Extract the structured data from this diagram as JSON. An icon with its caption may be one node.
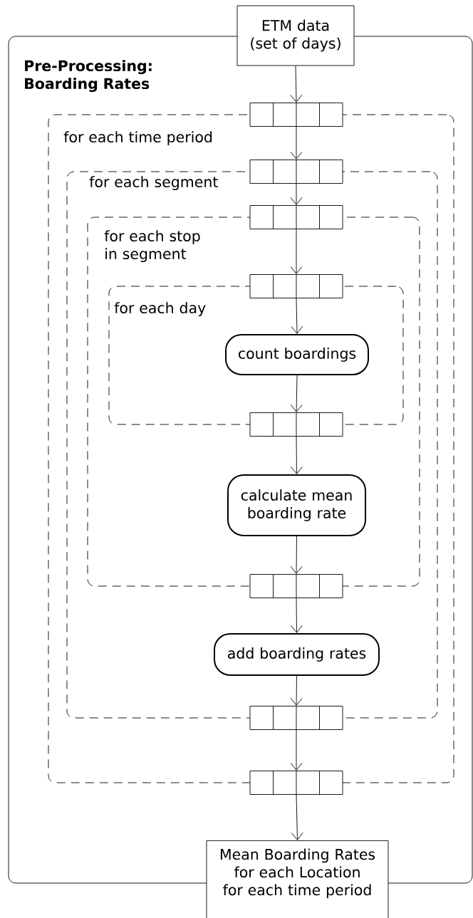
{
  "diagram": {
    "nodes": [
      {
        "text": [
          "ETM data (set of days)"
        ]
      },
      {
        "text": [
          "Pre-Processing: Boarding Rates"
        ]
      },
      {
        "text": [],
        "shape": "box",
        "in": 1
      },
      {
        "text": [
          "for each time period"
        ],
        "in": 1
      },
      {
        "text": [],
        "shape": "box",
        "in": 3
      },
      {
        "text": [
          "for each segment"
        ],
        "in": 3
      },
      {
        "text": [],
        "shape": "box",
        "in": 5
      },
      {
        "text": [
          "for each stop in segment"
        ],
        "in": 5
      },
      {
        "text": [],
        "shape": "box",
        "in": 7
      },
      {
        "text": [
          "for each day"
        ],
        "in": 7
      },
      {
        "text": [
          "count boardings"
        ],
        "in": 9
      },
      {
        "text": [],
        "shape": "box",
        "in": 7
      },
      {
        "text": [
          "calculate mean boarding rate"
        ],
        "in": 7
      },
      {
        "text": [],
        "shape": "box",
        "in": 5
      },
      {
        "text": [
          "add boarding rates"
        ],
        "in": 5
      },
      {
        "text": [],
        "shape": "box",
        "in": 3
      },
      {
        "text": [],
        "shape": "box",
        "in": 1
      },
      {
        "text": [
          "Mean Boarding Rates for each Location for each time period"
        ]
      }
    ],
    "edges": [
      {
        "from": 0,
        "to": 2,
        "arrow": "to"
      },
      {
        "from": 2,
        "to": 4,
        "arrow": "to"
      },
      {
        "from": 4,
        "to": 6,
        "arrow": "to"
      },
      {
        "from": 6,
        "to": 8,
        "arrow": "to"
      },
      {
        "from": 8,
        "to": 10,
        "arrow": "to"
      },
      {
        "from": 10,
        "to": 11,
        "arrow": "to"
      },
      {
        "from": 11,
        "to": 12,
        "arrow": "to"
      },
      {
        "from": 12,
        "to": 13,
        "arrow": "to"
      },
      {
        "from": 13,
        "to": 14,
        "arrow": "to"
      },
      {
        "from": 14,
        "to": 15,
        "arrow": "to"
      },
      {
        "from": 15,
        "to": 16,
        "arrow": "to"
      },
      {
        "from": 16,
        "to": 17,
        "arrow": "to"
      }
    ]
  }
}
